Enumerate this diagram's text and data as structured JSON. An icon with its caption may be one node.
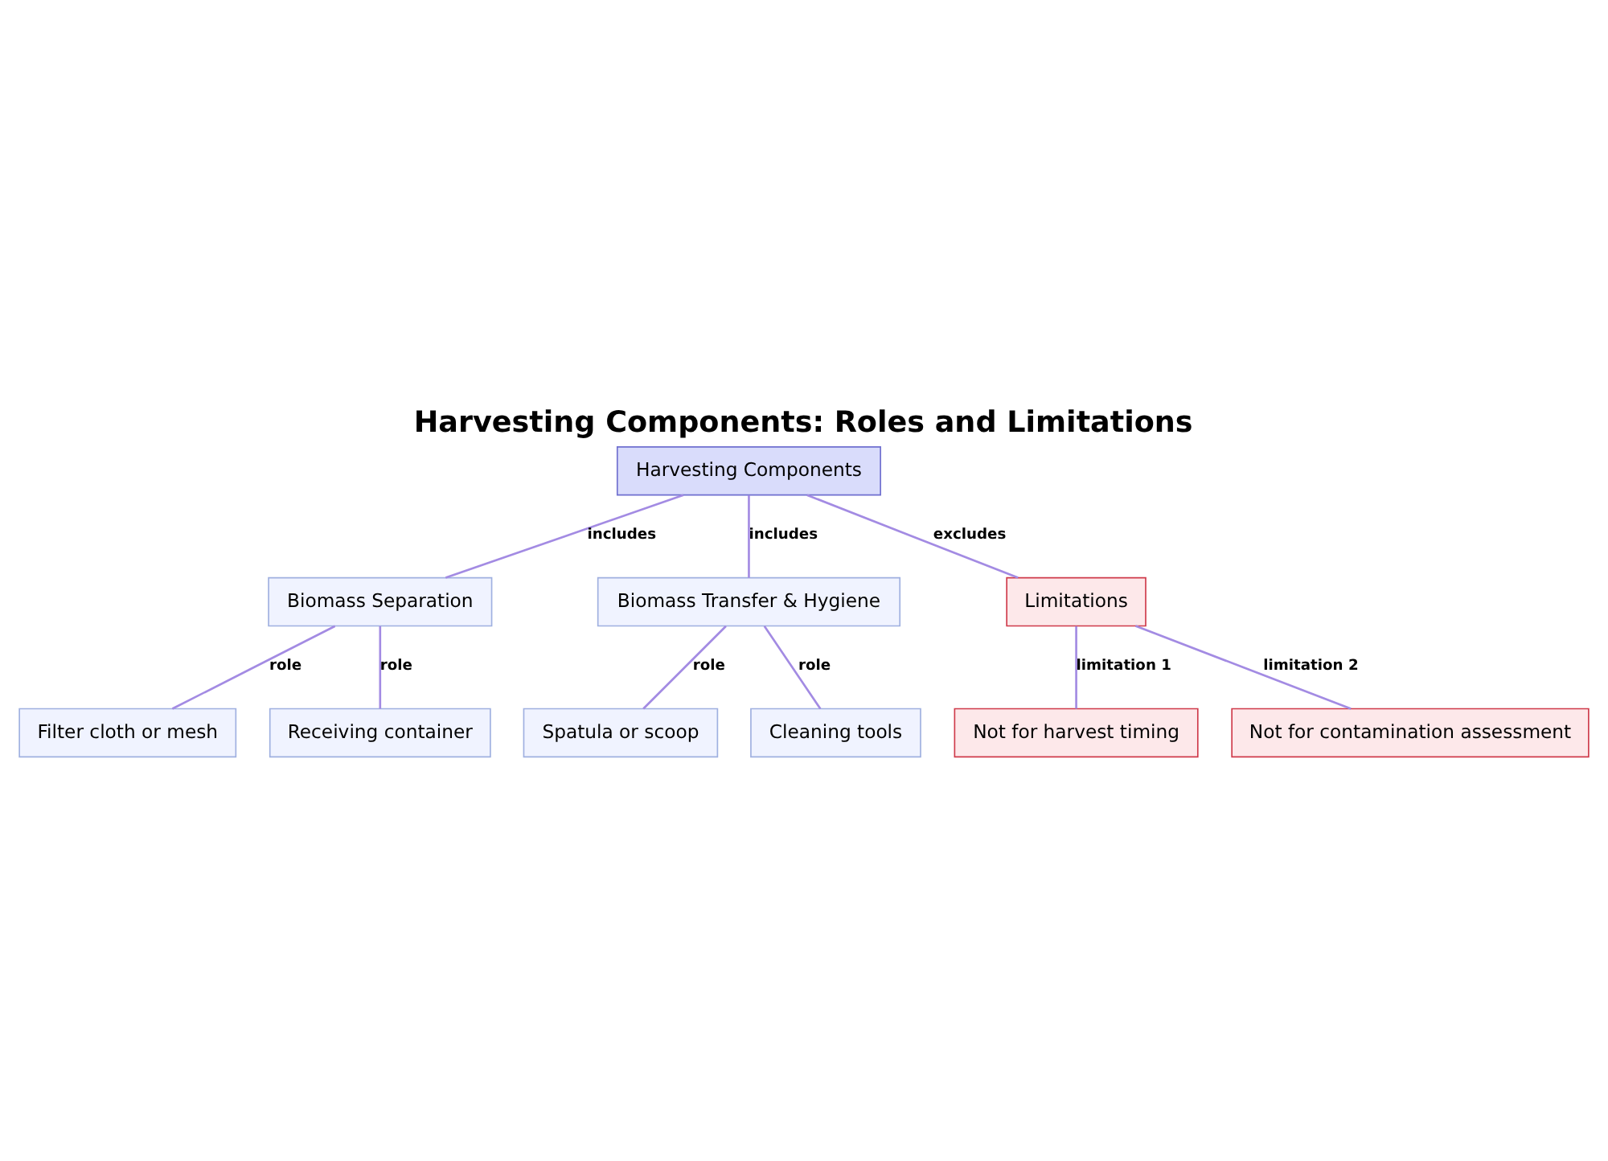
{
  "diagram": {
    "title": "Harvesting Components: Roles and Limitations",
    "nodes": [
      {
        "text": [
          "Harvesting Components"
        ]
      },
      {
        "text": [
          "Biomass Separation"
        ]
      },
      {
        "text": [
          "Biomass Transfer & Hygiene"
        ]
      },
      {
        "text": [
          "Limitations"
        ]
      },
      {
        "text": [
          "Filter cloth or mesh"
        ]
      },
      {
        "text": [
          "Receiving container"
        ]
      },
      {
        "text": [
          "Spatula or scoop"
        ]
      },
      {
        "text": [
          "Cleaning tools"
        ]
      },
      {
        "text": [
          "Not for harvest timing"
        ]
      },
      {
        "text": [
          "Not for contamination assessment"
        ]
      }
    ],
    "edges": [
      {
        "from": 0,
        "to": 1,
        "arrow": "none",
        "label": "includes"
      },
      {
        "from": 0,
        "to": 2,
        "arrow": "none",
        "label": "includes"
      },
      {
        "from": 0,
        "to": 3,
        "arrow": "none",
        "label": "excludes"
      },
      {
        "from": 1,
        "to": 4,
        "arrow": "none",
        "label": "role"
      },
      {
        "from": 1,
        "to": 5,
        "arrow": "none",
        "label": "role"
      },
      {
        "from": 2,
        "to": 6,
        "arrow": "none",
        "label": "role"
      },
      {
        "from": 2,
        "to": 7,
        "arrow": "none",
        "label": "role"
      },
      {
        "from": 3,
        "to": 8,
        "arrow": "none",
        "label": "limitation 1"
      },
      {
        "from": 3,
        "to": 9,
        "arrow": "none",
        "label": "limitation 2"
      }
    ]
  }
}
